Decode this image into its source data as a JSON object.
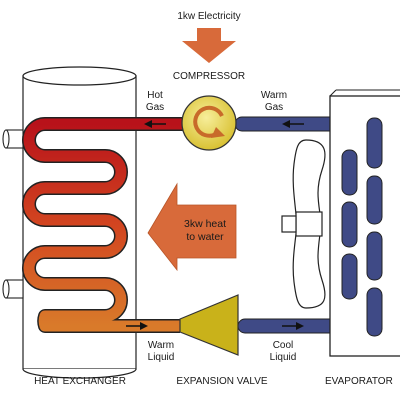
{
  "top": {
    "electricity": "1kw Electricity",
    "compressor": "COMPRESSOR"
  },
  "flow_labels": {
    "hot_gas_line1": "Hot",
    "hot_gas_line2": "Gas",
    "warm_gas_line1": "Warm",
    "warm_gas_line2": "Gas",
    "warm_liquid_line1": "Warm",
    "warm_liquid_line2": "Liquid",
    "cool_liquid_line1": "Cool",
    "cool_liquid_line2": "Liquid"
  },
  "heat_arrow": {
    "line1": "3kw heat",
    "line2": "to water"
  },
  "bottom": {
    "heat_exchanger": "HEAT EXCHANGER",
    "expansion_valve": "EXPANSION VALVE",
    "evaporator": "EVAPORATOR"
  },
  "colors": {
    "hot_pipe": "#b8121a",
    "warm_pipe": "#d85a1f",
    "cool_pipe": "#3f4a86",
    "arrow_orange": "#d86a3a",
    "compressor_yellow": "#e4cf4a",
    "valve_yellow": "#c9b21a"
  }
}
